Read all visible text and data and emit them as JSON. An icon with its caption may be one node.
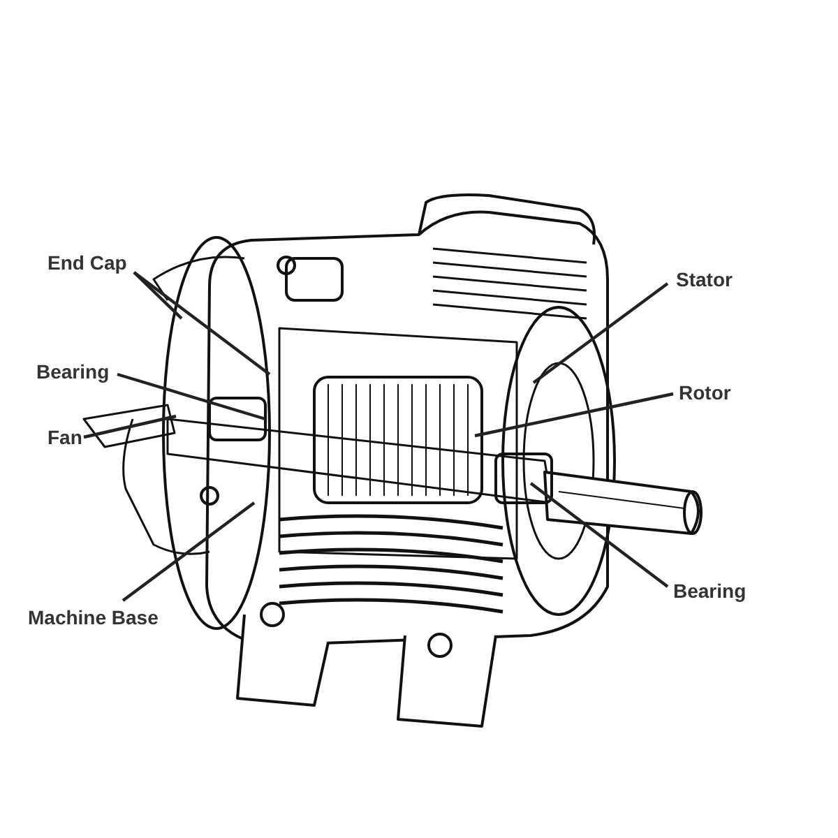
{
  "diagram": {
    "nodes": [
      {
        "text": [
          "End Cap"
        ]
      },
      {
        "text": [
          "Bearing"
        ]
      },
      {
        "text": [
          "Fan"
        ]
      },
      {
        "text": [
          "Machine Base"
        ]
      },
      {
        "text": [
          "Stator"
        ]
      },
      {
        "text": [
          "Rotor"
        ]
      },
      {
        "text": [
          "Bearing"
        ]
      }
    ],
    "edges": [
      {
        "from": 0,
        "to": null,
        "arrow": "none"
      },
      {
        "from": 0,
        "to": null,
        "arrow": "none"
      },
      {
        "from": 1,
        "to": null,
        "arrow": "none"
      },
      {
        "from": 2,
        "to": null,
        "arrow": "none"
      },
      {
        "from": 3,
        "to": null,
        "arrow": "none"
      },
      {
        "from": 4,
        "to": null,
        "arrow": "none"
      },
      {
        "from": 5,
        "to": null,
        "arrow": "none"
      },
      {
        "from": 6,
        "to": null,
        "arrow": "none"
      }
    ]
  }
}
